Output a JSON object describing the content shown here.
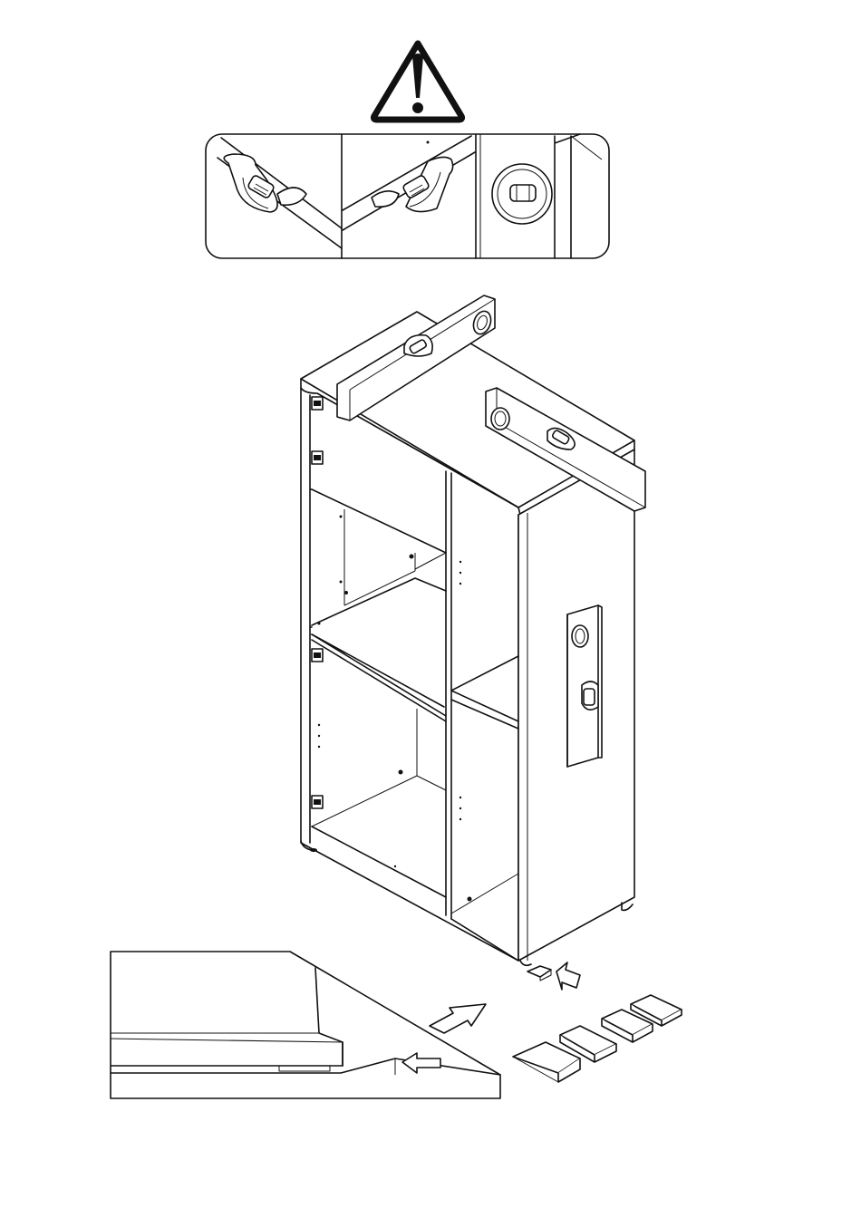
{
  "diagram": {
    "kind": "assembly-instruction-step",
    "warning_icon": "exclamation-triangle-icon",
    "level_check_panels": [
      "level-tilt-left",
      "level-tilt-right",
      "level-centered"
    ],
    "main_illustration": "cabinet-with-spirit-levels",
    "adjustment_detail": "wedge-shim-insertion",
    "shim_count": 4,
    "colors": {
      "line": "#111111",
      "background": "#ffffff",
      "fill": "#ffffff"
    }
  }
}
